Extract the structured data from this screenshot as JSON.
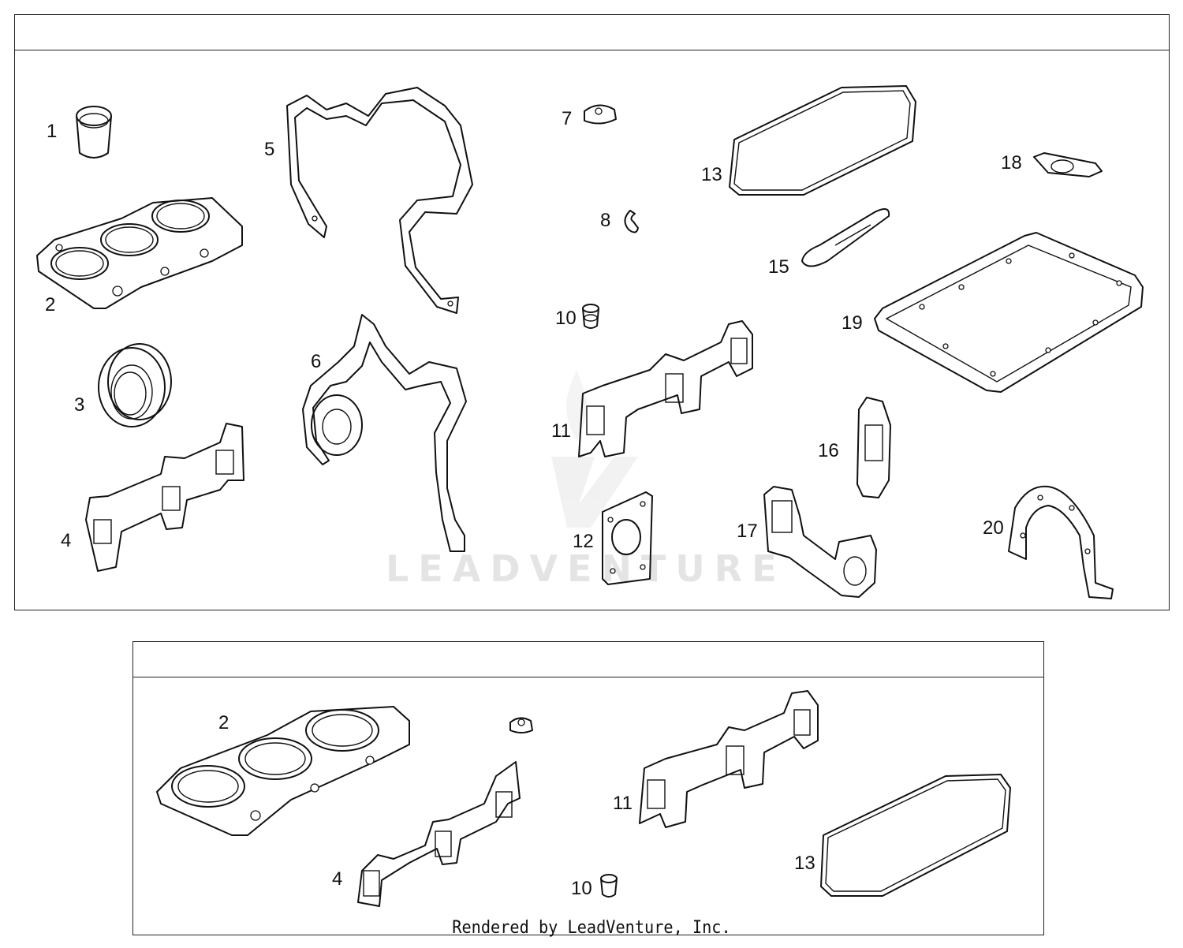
{
  "top_panel": {
    "callouts": [
      "1",
      "2",
      "3",
      "4",
      "5",
      "6",
      "7",
      "8",
      "10",
      "11",
      "12",
      "13",
      "15",
      "16",
      "17",
      "18",
      "19",
      "20"
    ]
  },
  "bottom_panel": {
    "callouts": [
      "2",
      "4",
      "10",
      "11",
      "13"
    ]
  },
  "watermark": "LEADVENTURE",
  "footer": "Rendered by LeadVenture, Inc.",
  "colors": {
    "line": "#111111",
    "background": "#ffffff",
    "watermark": "#e4e4e4"
  }
}
